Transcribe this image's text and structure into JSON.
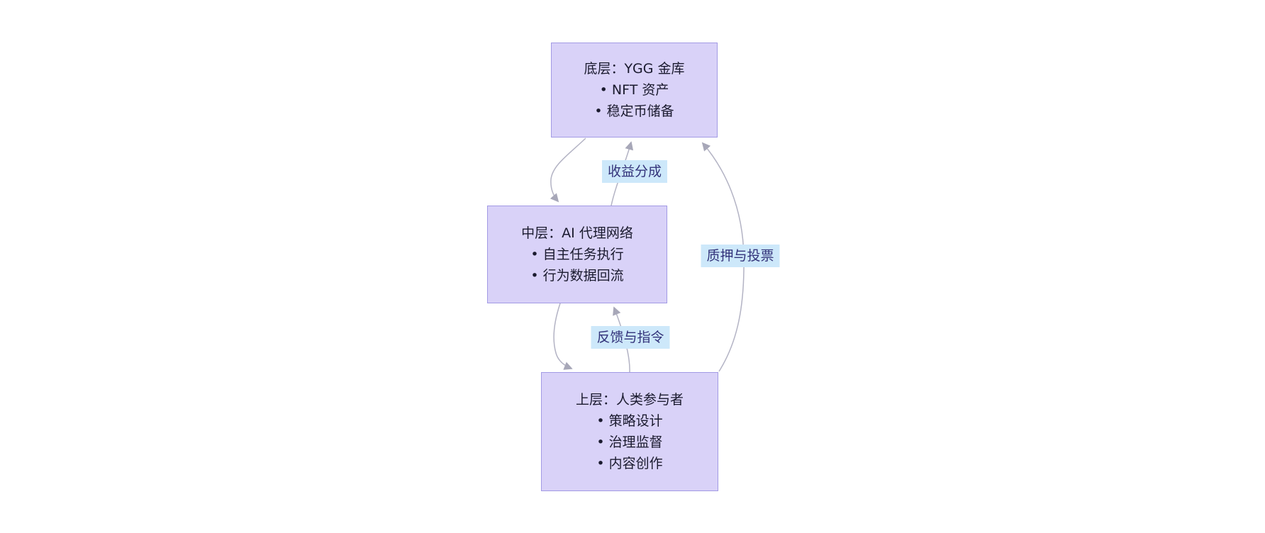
{
  "diagram": {
    "title": "",
    "nodes": [
      {
        "id": "treasury",
        "title": "底层：YGG 金库",
        "bullets": [
          "• NFT 资产",
          "• 稳定币储备"
        ]
      },
      {
        "id": "agents",
        "title": "中层：AI 代理网络",
        "bullets": [
          "• 自主任务执行",
          "• 行为数据回流"
        ]
      },
      {
        "id": "humans",
        "title": "上层：人类参与者",
        "bullets": [
          "• 策略设计",
          "• 治理监督",
          "• 内容创作"
        ]
      }
    ],
    "edges": [
      {
        "from": "treasury",
        "to": "agents",
        "label": ""
      },
      {
        "from": "agents",
        "to": "treasury",
        "label": "收益分成"
      },
      {
        "from": "humans",
        "to": "treasury",
        "label": "质押与投票"
      },
      {
        "from": "agents",
        "to": "humans",
        "label": ""
      },
      {
        "from": "humans",
        "to": "agents",
        "label": "反馈与指令"
      }
    ],
    "colors": {
      "node_fill": "#d9d2f8",
      "node_border": "#a29ae4",
      "edge_line": "#b3b3c4",
      "arrow": "#a7a7b8",
      "label_bg": "#cde8fa",
      "label_text": "#33337a",
      "node_text": "#1a1a2e",
      "background": "#ffffff"
    }
  }
}
